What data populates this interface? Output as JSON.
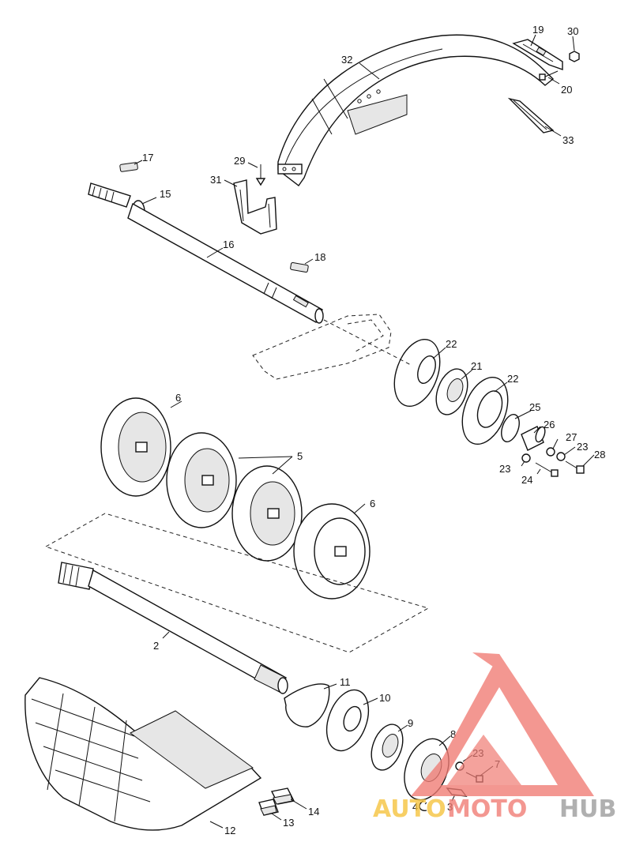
{
  "callouts": [
    {
      "id": "c32",
      "label": "32"
    },
    {
      "id": "c19",
      "label": "19"
    },
    {
      "id": "c30",
      "label": "30"
    },
    {
      "id": "c20",
      "label": "20"
    },
    {
      "id": "c33",
      "label": "33"
    },
    {
      "id": "c17",
      "label": "17"
    },
    {
      "id": "c15",
      "label": "15"
    },
    {
      "id": "c29",
      "label": "29"
    },
    {
      "id": "c31",
      "label": "31"
    },
    {
      "id": "c16",
      "label": "16"
    },
    {
      "id": "c18",
      "label": "18"
    },
    {
      "id": "c22a",
      "label": "22"
    },
    {
      "id": "c21",
      "label": "21"
    },
    {
      "id": "c22b",
      "label": "22"
    },
    {
      "id": "c25",
      "label": "25"
    },
    {
      "id": "c26",
      "label": "26"
    },
    {
      "id": "c27",
      "label": "27"
    },
    {
      "id": "c23a",
      "label": "23"
    },
    {
      "id": "c28",
      "label": "28"
    },
    {
      "id": "c23b",
      "label": "23"
    },
    {
      "id": "c24",
      "label": "24"
    },
    {
      "id": "c6a",
      "label": "6"
    },
    {
      "id": "c5",
      "label": "5"
    },
    {
      "id": "c6b",
      "label": "6"
    },
    {
      "id": "c2",
      "label": "2"
    },
    {
      "id": "c11",
      "label": "11"
    },
    {
      "id": "c10",
      "label": "10"
    },
    {
      "id": "c9",
      "label": "9"
    },
    {
      "id": "c8",
      "label": "8"
    },
    {
      "id": "c23c",
      "label": "23"
    },
    {
      "id": "c7",
      "label": "7"
    },
    {
      "id": "c4",
      "label": "4"
    },
    {
      "id": "c3",
      "label": "3"
    },
    {
      "id": "c14",
      "label": "14"
    },
    {
      "id": "c13",
      "label": "13"
    },
    {
      "id": "c12",
      "label": "12"
    }
  ],
  "watermark": {
    "part1": "AUTO",
    "part2": "MOTO",
    "part3": "HUB",
    "color_accent": "#f07b73",
    "color_yellow": "#f6c23b",
    "color_gray": "#9a9a9a"
  }
}
